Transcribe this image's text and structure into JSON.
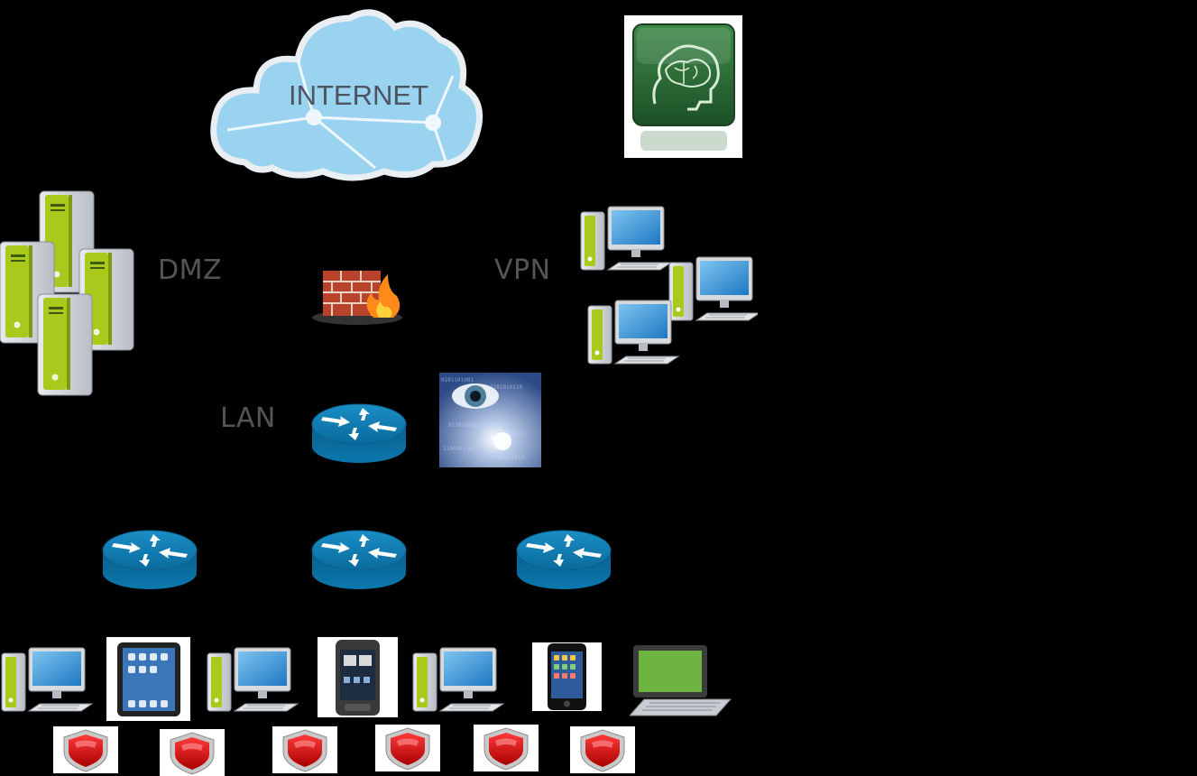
{
  "cloud": {
    "label": "INTERNET"
  },
  "labels": {
    "dmz": "DMZ",
    "vpn": "VPN",
    "lan": "LAN"
  },
  "icons": {
    "cloud": "internet-cloud-icon",
    "brain": "brain-monitor-icon",
    "dmz_servers": "server-tower-icon",
    "firewall": "firewall-icon",
    "vpn_clients": "desktop-computer-icon",
    "lan_router": "router-icon",
    "eye": "eye-surveillance-icon",
    "endpoints": [
      "desktop-computer-icon",
      "tablet-icon",
      "desktop-computer-icon",
      "smartphone-icon",
      "desktop-computer-icon",
      "smartphone-icon",
      "laptop-icon"
    ],
    "shield": "red-shield-icon"
  },
  "colors": {
    "background": "#000000",
    "label_gray": "#555555",
    "router_blue": "#0b72a6",
    "server_green": "#a9c91c",
    "cloud_blue": "#9ad3ef",
    "shield_red": "#e00000",
    "brain_green": "#2a6a36"
  }
}
